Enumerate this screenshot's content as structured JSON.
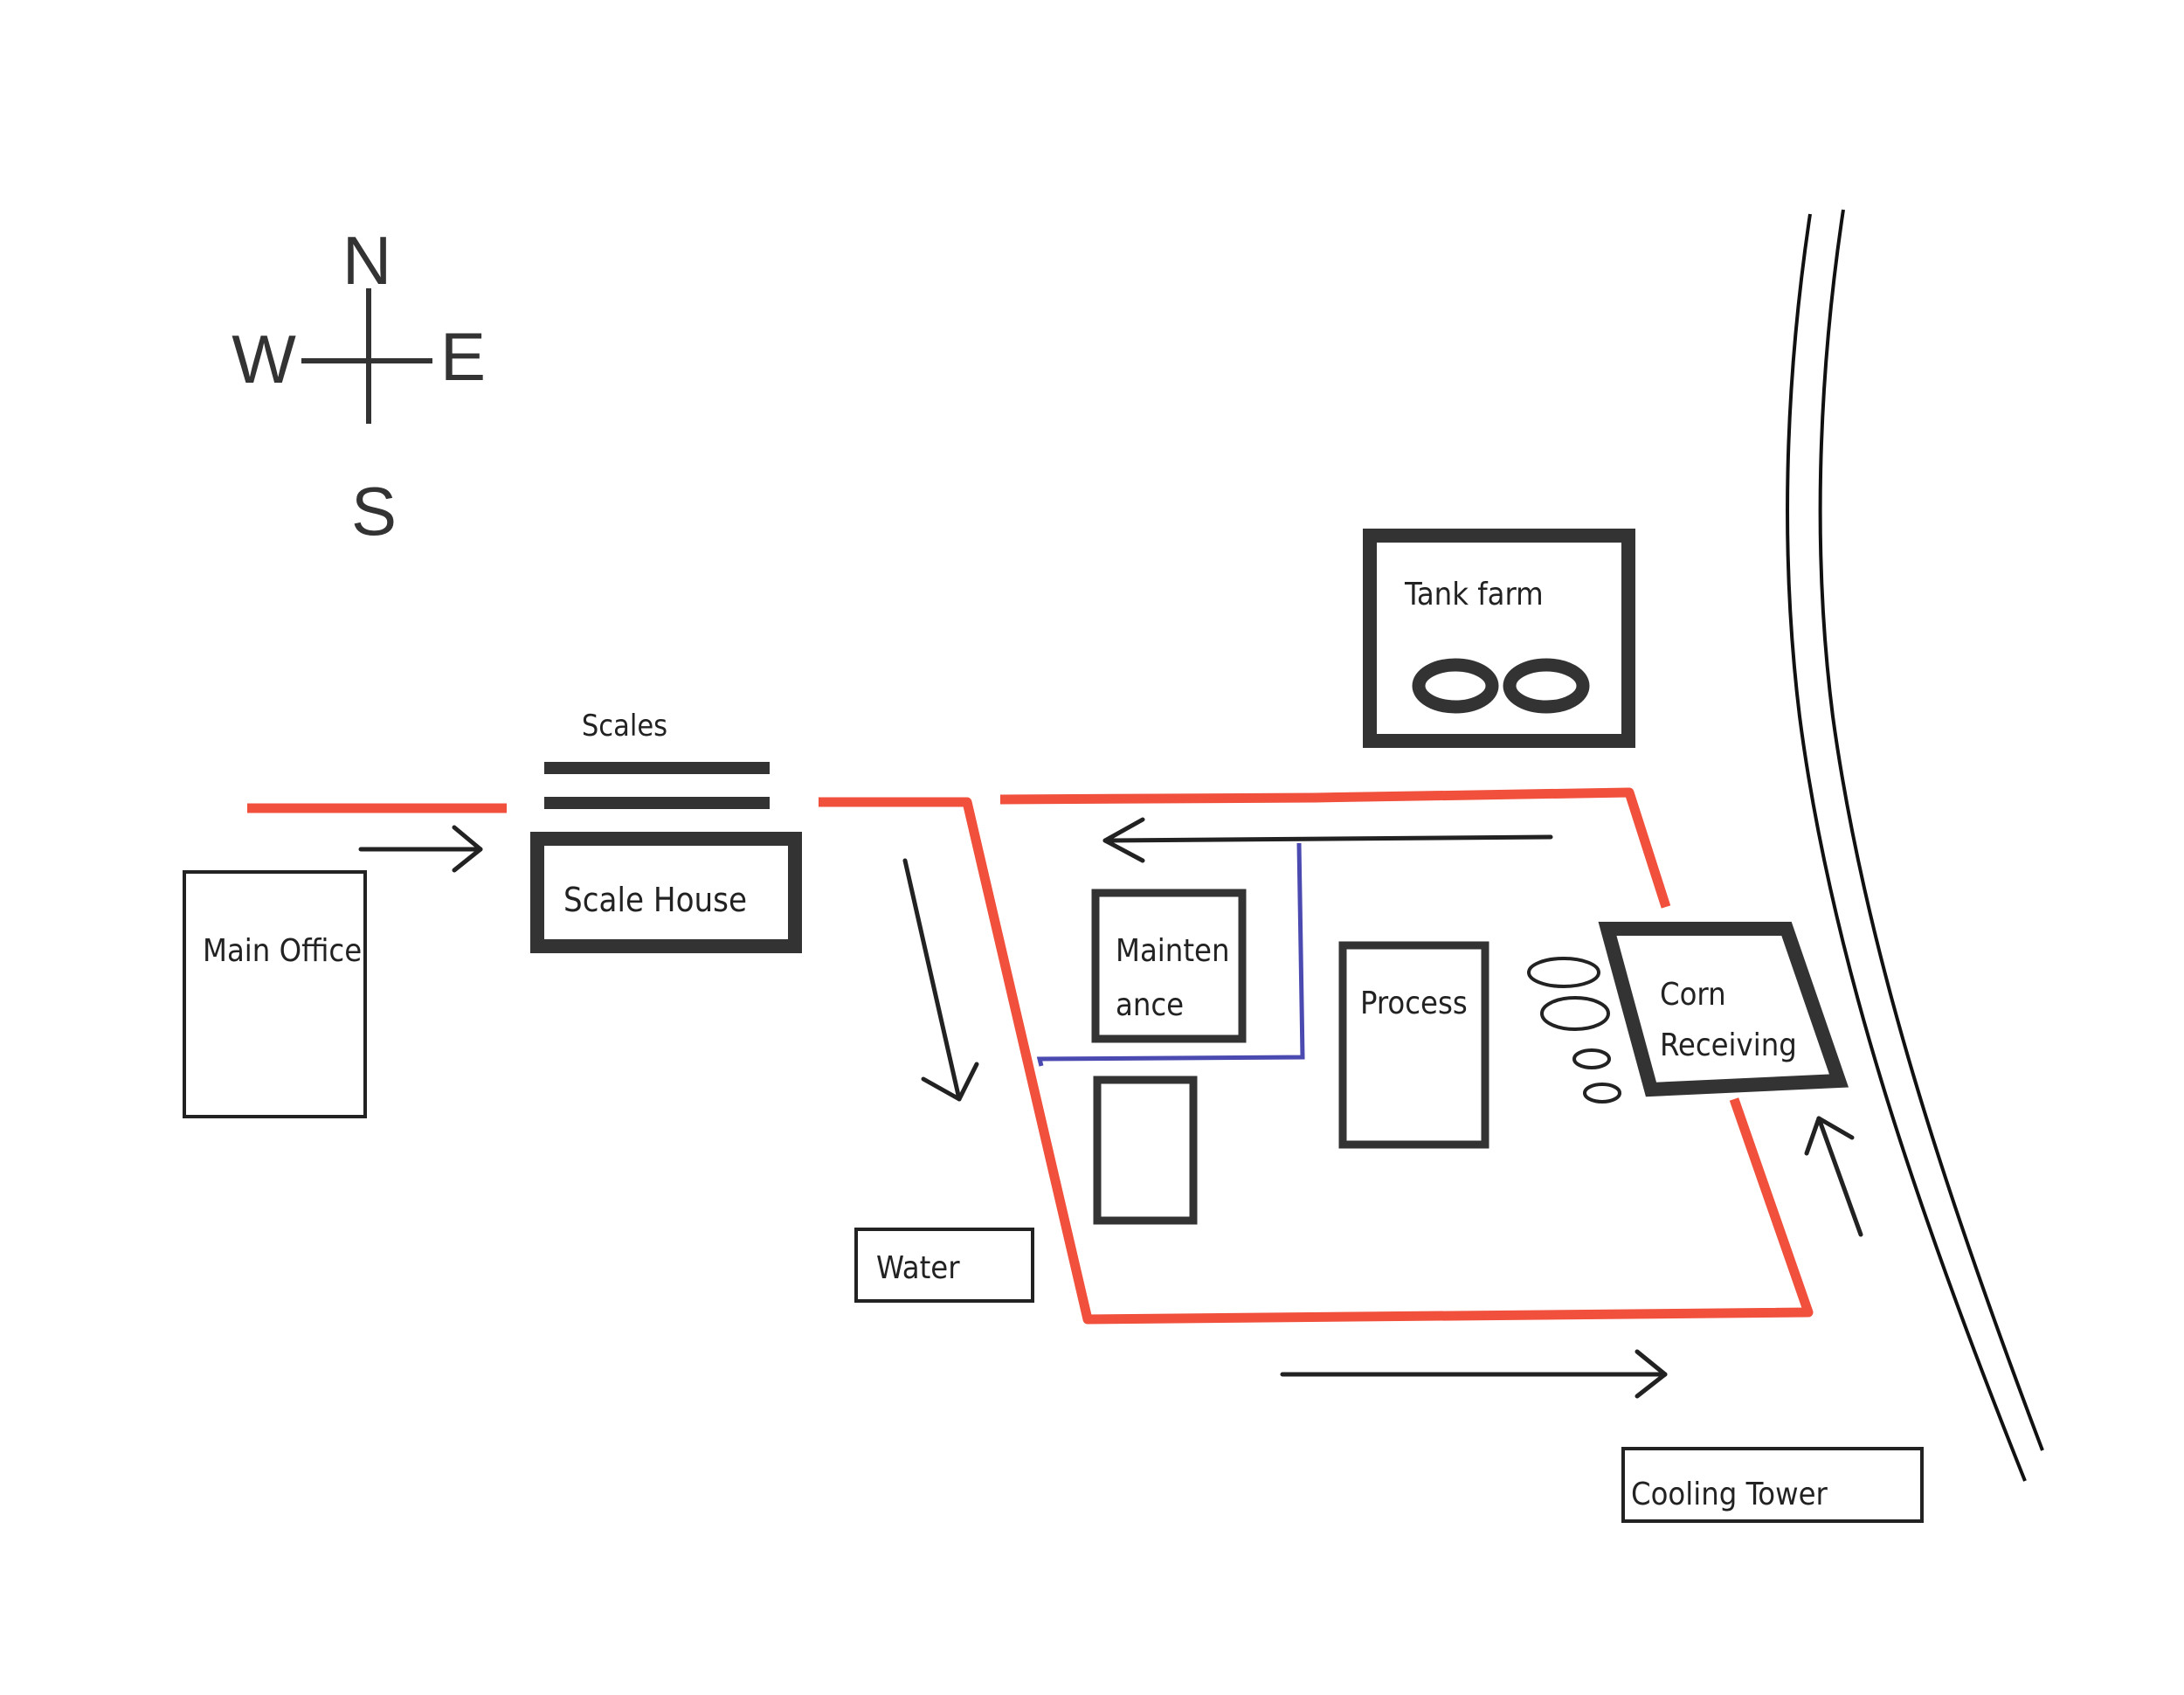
{
  "compass": {
    "north": "N",
    "south": "S",
    "east": "E",
    "west": "W"
  },
  "labels": {
    "scales": "Scales",
    "scale_house": "Scale House",
    "main_office": "Main Office",
    "tank_farm": "Tank farm",
    "maintenance_line1": "Mainten",
    "maintenance_line2": "ance",
    "process": "Process",
    "corn_receiving_line1": "Corn",
    "corn_receiving_line2": "Receiving",
    "water": "Water",
    "cooling_tower": "Cooling Tower"
  },
  "colors": {
    "road": "#f0503c",
    "pipe": "#4a4ab0",
    "building": "#333333",
    "arrow": "#222222"
  },
  "icons": {
    "compass": "compass-rose-icon",
    "tanks": "storage-tank-icon",
    "traffic_arrows": "arrow-icon"
  }
}
